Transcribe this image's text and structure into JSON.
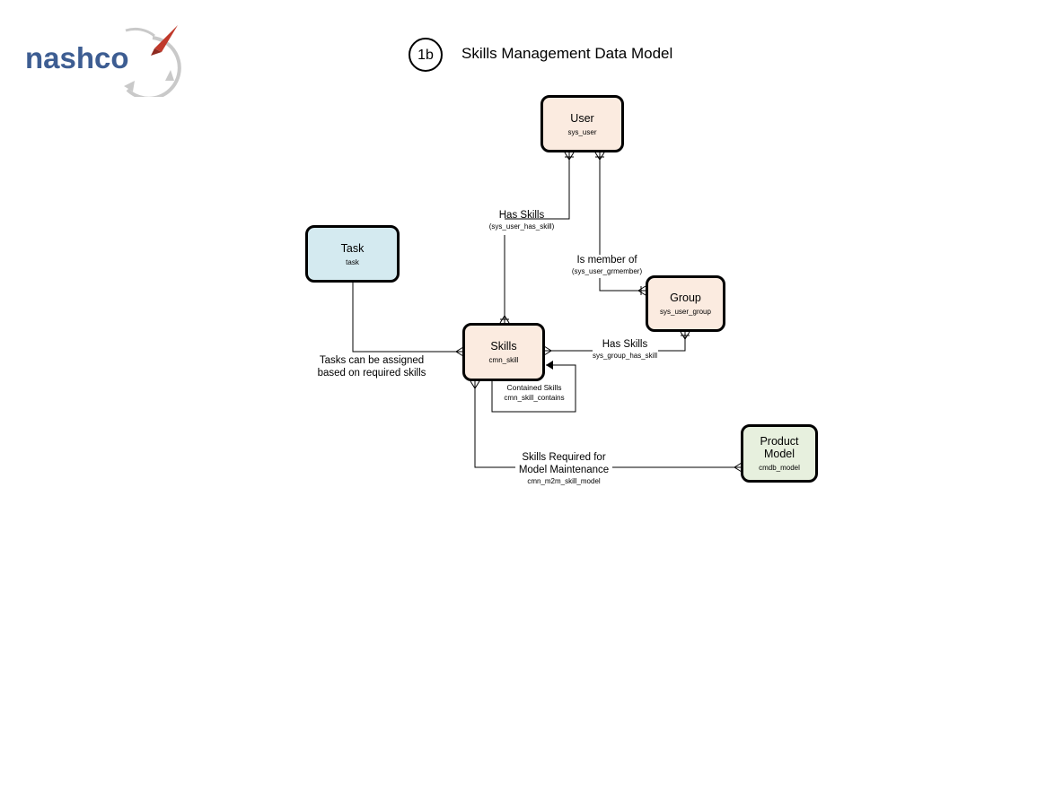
{
  "logo": {
    "text": "nashco"
  },
  "header": {
    "badge": "1b",
    "title": "Skills Management Data Model"
  },
  "entities": {
    "user": {
      "name": "User",
      "table": "sys_user"
    },
    "task": {
      "name": "Task",
      "table": "task"
    },
    "group": {
      "name": "Group",
      "table": "sys_user_group"
    },
    "skills": {
      "name": "Skills",
      "table": "cmn_skill"
    },
    "product": {
      "name_line1": "Product",
      "name_line2": "Model",
      "table": "cmdb_model"
    }
  },
  "relationships": {
    "user_has_skills": {
      "label": "Has Skills",
      "table": "(sys_user_has_skill)"
    },
    "member_of": {
      "label": "Is member of",
      "table": "(sys_user_grmember)"
    },
    "group_has_skills": {
      "label": "Has Skills",
      "table": "sys_group_has_skill"
    },
    "task_skills": {
      "line1": "Tasks can be assigned",
      "line2": "based on required skills"
    },
    "contained_skills": {
      "label": "Contained Skills",
      "table": "cmn_skill_contains"
    },
    "model_skills": {
      "line1": "Skills Required for",
      "line2": "Model Maintenance",
      "table": "cmn_m2m_skill_model"
    }
  },
  "colors": {
    "logo_blue": "#3d5d92",
    "logo_arrow": "#c0392b",
    "entity_peach": "#fbebe0",
    "entity_blue": "#d4eaf0",
    "entity_green": "#e7f0de"
  }
}
